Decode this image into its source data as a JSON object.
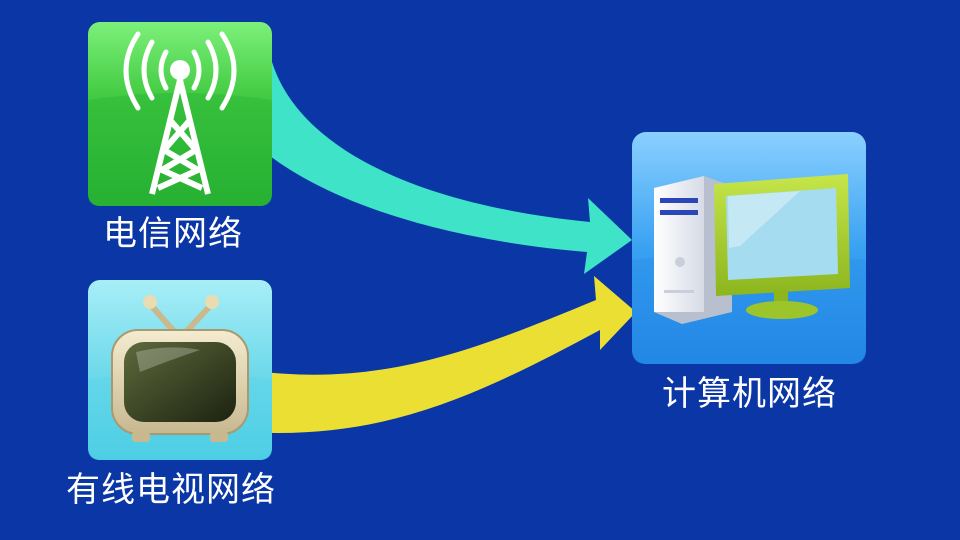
{
  "nodes": {
    "telecom": {
      "label": "电信网络",
      "icon": "radio-tower-icon"
    },
    "cable_tv": {
      "label": "有线电视网络",
      "icon": "television-icon"
    },
    "computer": {
      "label": "计算机网络",
      "icon": "desktop-computer-icon"
    }
  },
  "edges": [
    {
      "from": "telecom",
      "to": "computer",
      "color": "#3ee3c8"
    },
    {
      "from": "cable_tv",
      "to": "computer",
      "color": "#ecdf34"
    }
  ],
  "colors": {
    "background": "#0a36a6",
    "text": "#ffffff"
  }
}
